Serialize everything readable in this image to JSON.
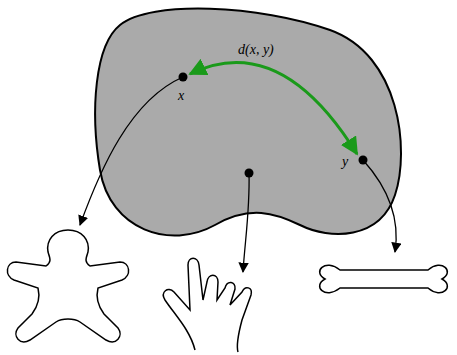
{
  "diagram": {
    "labels": [
      "d(x, y)",
      "x",
      "y"
    ]
  }
}
